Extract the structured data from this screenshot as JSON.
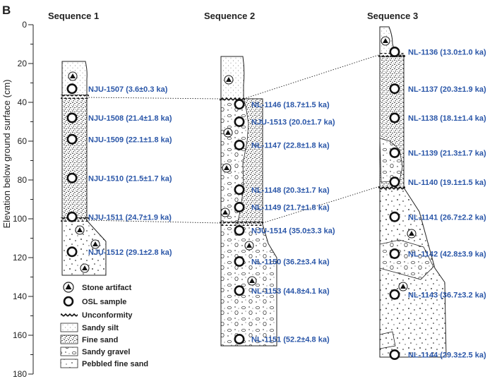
{
  "panel_label": "B",
  "y_axis": {
    "label": "Elevation below ground surface (cm)",
    "ticks": [
      "0",
      "20",
      "40",
      "60",
      "80",
      "100",
      "120",
      "140",
      "160",
      "180"
    ]
  },
  "sequences": [
    {
      "title": "Sequence 1",
      "samples": [
        {
          "label": "NJU-1507 (3.6±0.3 ka)",
          "depth": 33
        },
        {
          "label": "NJU-1508 (21.4±1.8 ka)",
          "depth": 48
        },
        {
          "label": "NJU-1509 (22.1±1.8 ka)",
          "depth": 59
        },
        {
          "label": "NJU-1510 (21.5±1.7 ka)",
          "depth": 79
        },
        {
          "label": "NJU-1511 (24.7±1.9 ka)",
          "depth": 99
        },
        {
          "label": "NJU-1512 (29.1±2.8 ka)",
          "depth": 117
        }
      ]
    },
    {
      "title": "Sequence 2",
      "samples": [
        {
          "label": "NL-1146 (18.7±1.5 ka)",
          "depth": 41
        },
        {
          "label": "NJU-1513 (20.0±1.7 ka)",
          "depth": 50
        },
        {
          "label": "NL-1147 (22.8±1.8 ka)",
          "depth": 62
        },
        {
          "label": "NL-1148 (20.3±1.7 ka)",
          "depth": 85
        },
        {
          "label": "NL-1149 (21.7±1.8 ka)",
          "depth": 94
        },
        {
          "label": "NJU-1514 (35.0±3.3 ka)",
          "depth": 106
        },
        {
          "label": "NL-1150 (36.2±3.4 ka)",
          "depth": 122
        },
        {
          "label": "NL-1153 (44.8±4.1 ka)",
          "depth": 137
        },
        {
          "label": "NL-1151 (52.2±4.8 ka)",
          "depth": 162
        }
      ]
    },
    {
      "title": "Sequence 3",
      "samples": [
        {
          "label": "NL-1136 (13.0±1.0 ka)",
          "depth": 14
        },
        {
          "label": "NL-1137 (20.3±1.9 ka)",
          "depth": 33
        },
        {
          "label": "NL-1138 (18.1±1.4 ka)",
          "depth": 48
        },
        {
          "label": "NL-1139 (21.3±1.7 ka)",
          "depth": 66
        },
        {
          "label": "NL-1140 (19.1±1.5 ka)",
          "depth": 81
        },
        {
          "label": "NL-1141 (26.7±2.2 ka)",
          "depth": 99
        },
        {
          "label": "NL-1142 (42.8±3.9 ka)",
          "depth": 118
        },
        {
          "label": "NL-1143 (36.7±3.2 ka)",
          "depth": 139
        },
        {
          "label": "NL-1144 (29.3±2.5 ka)",
          "depth": 170
        }
      ]
    }
  ],
  "legend": [
    {
      "label": "Stone artifact",
      "symbol": "stone-artifact"
    },
    {
      "label": "OSL sample",
      "symbol": "osl-sample"
    },
    {
      "label": "Unconformity",
      "symbol": "unconformity"
    },
    {
      "label": "Sandy silt",
      "symbol": "sandy-silt"
    },
    {
      "label": "Fine sand",
      "symbol": "fine-sand"
    },
    {
      "label": "Sandy gravel",
      "symbol": "sandy-gravel"
    },
    {
      "label": "Pebbled fine sand",
      "symbol": "pebbled-fine-sand"
    }
  ],
  "colors": {
    "sample_label": "#2a56a8",
    "ink": "#222222"
  }
}
